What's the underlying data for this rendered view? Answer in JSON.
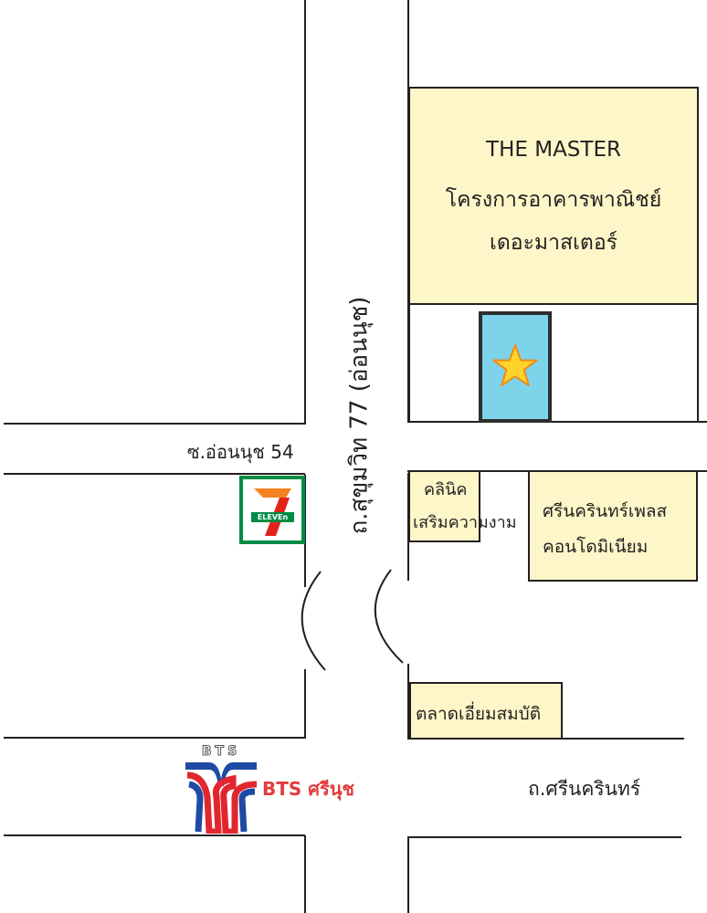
{
  "map": {
    "building_master": {
      "name_en": "THE MASTER",
      "name_th_line1": "โครงการอาคารพาณิชย์",
      "name_th_line2": "เดอะมาสเตอร์",
      "fill": "#fdf6c8"
    },
    "target_marker": {
      "icon": "star-icon",
      "fill": "#7dd3ea",
      "star_color": "#ffd42a",
      "star_outline": "#f08a1c"
    },
    "soi_label": "ซ.อ่อนนุช 54",
    "main_road_label": "ถ.สุขุมวิท 77 (อ่อนนุช)",
    "clinic": {
      "line1": "คลินิค",
      "line2": "เสริมความงาม"
    },
    "srinakarin_place": {
      "line1": "ศรีนครินทร์เพลส",
      "line2": "คอนโดมิเนียม"
    },
    "market": {
      "label": "ตลาดเอี่ยมสมบัติ"
    },
    "seven_eleven": {
      "logo_text": "ELEVEn",
      "numeral": "7",
      "green": "#008c45",
      "orange": "#f58220",
      "red": "#e2231a"
    },
    "bts": {
      "logo_text": "BTS",
      "station_label": "BTS ศรีนุช",
      "label_color": "#e23c3c",
      "blue": "#1e4aa5",
      "red": "#e2262e"
    },
    "cross_road_label": "ถ.ศรีนครินทร์"
  }
}
